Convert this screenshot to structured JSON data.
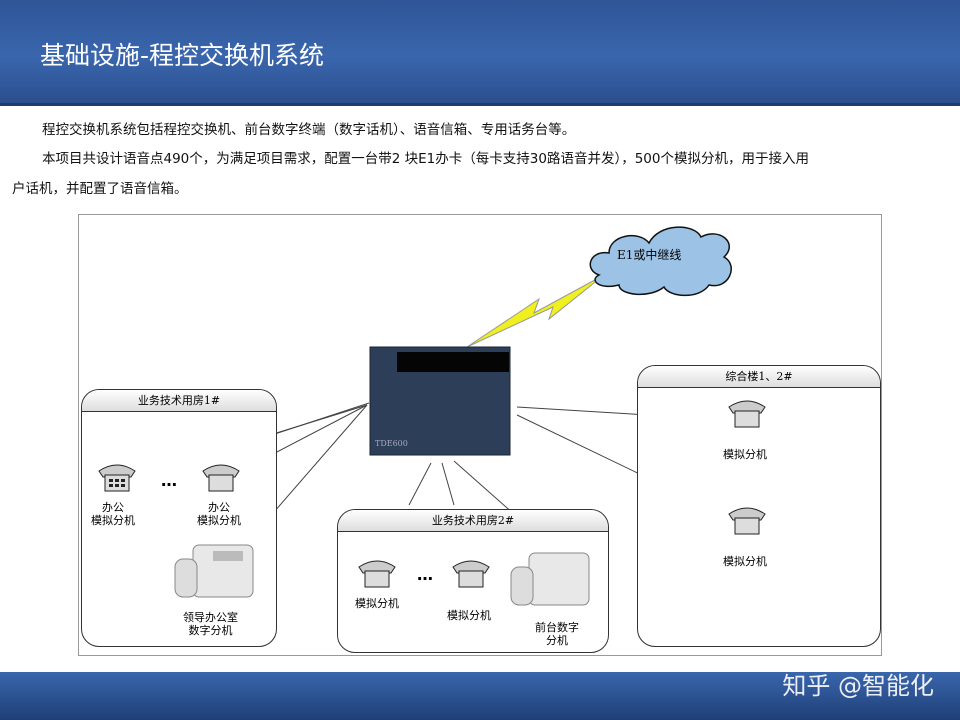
{
  "header": {
    "title": "基础设施-程控交换机系统"
  },
  "body": {
    "para1": "程控交换机系统包括程控交换机、前台数字终端（数字话机）、语音信箱、专用话务台等。",
    "para2_line1": "本项目共设计语音点490个，为满足项目需求，配置一台带2 块E1办卡（每卡支持30路语音并发），500个模拟分机，用于接入用",
    "para2_line2": "户话机，并配置了语音信箱。"
  },
  "diagram": {
    "cloud": "E1或中继线",
    "pbx_model": "TDE600",
    "room1": {
      "title": "业务技术用房1#",
      "phone1": "办公\n模拟分机",
      "phone2": "办公\n模拟分机",
      "digital": "领导办公室\n数字分机",
      "dots": "…"
    },
    "room2": {
      "title": "业务技术用房2#",
      "phone1": "模拟分机",
      "phone2": "模拟分机",
      "digital": "前台数字\n分机",
      "dots": "…"
    },
    "room3": {
      "title": "综合楼1、2#",
      "phone1": "模拟分机",
      "phone2": "模拟分机"
    }
  },
  "footer": {
    "watermark": "知乎 @智能化"
  }
}
